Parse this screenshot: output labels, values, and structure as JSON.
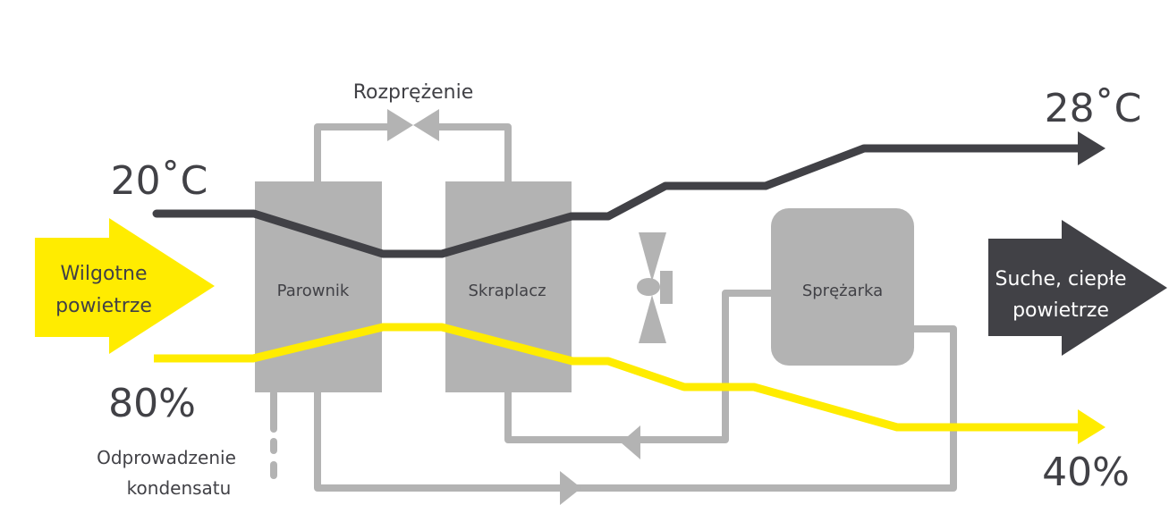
{
  "title": "",
  "colors": {
    "dark": "#414146",
    "gray": "#b3b3b3",
    "yellow": "#ffec00",
    "white": "#ffffff"
  },
  "labels": {
    "expansion": "Rozprężenie",
    "temp_in": "20˚C",
    "temp_out": "28˚C",
    "humidity_in": "80%",
    "humidity_out": "40%",
    "input_air_line1": "Wilgotne",
    "input_air_line2": "powietrze",
    "output_air_line1": "Suche, ciepłe",
    "output_air_line2": "powietrze",
    "evaporator": "Parownik",
    "condenser": "Skraplacz",
    "compressor": "Sprężarka",
    "condensate_line1": "Odprowadzenie",
    "condensate_line2": "kondensatu"
  },
  "components": [
    {
      "id": "evaporator",
      "name": "Parownik"
    },
    {
      "id": "condenser",
      "name": "Skraplacz"
    },
    {
      "id": "compressor",
      "name": "Sprężarka"
    },
    {
      "id": "expansion-valve",
      "name": "Rozprężenie"
    },
    {
      "id": "fan",
      "name": "fan-icon"
    }
  ],
  "flows": [
    {
      "name": "temperature",
      "from": "20˚C",
      "to": "28˚C"
    },
    {
      "name": "humidity",
      "from": "80%",
      "to": "40%"
    }
  ]
}
